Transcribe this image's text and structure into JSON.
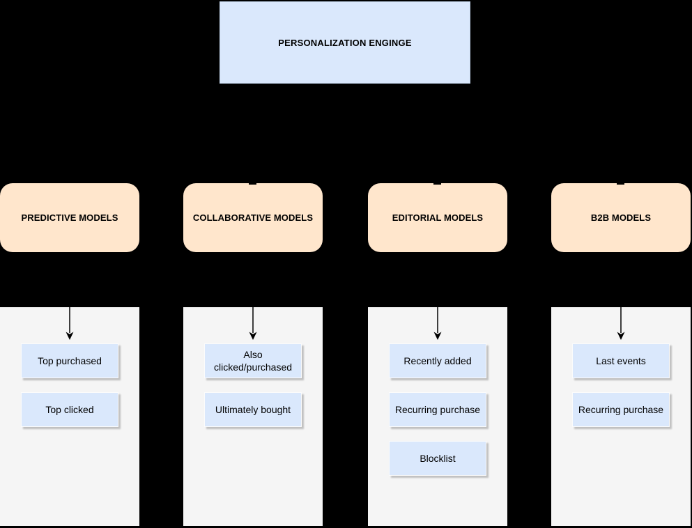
{
  "root": {
    "label": "PERSONALIZATION ENGINGE"
  },
  "colors": {
    "canvas_bg": "#000000",
    "root_fill": "#dae8fc",
    "root_border": "#c3d4ea",
    "category_fill": "#ffe6cc",
    "lane_fill": "#f5f5f5",
    "item_fill": "#dae8fc",
    "item_border": "#fbfbfb",
    "arrow": "#000000",
    "text": "#000000"
  },
  "columns": [
    {
      "label": "PREDICTIVE MODELS",
      "items": [
        "Top purchased",
        "Top clicked"
      ]
    },
    {
      "label": "COLLABORATIVE MODELS",
      "items": [
        "Also clicked/purchased",
        "Ultimately bought"
      ]
    },
    {
      "label": "EDITORIAL MODELS",
      "items": [
        "Recently added",
        "Recurring purchase",
        "Blocklist"
      ]
    },
    {
      "label": "B2B MODELS",
      "items": [
        "Last events",
        "Recurring purchase"
      ]
    }
  ]
}
